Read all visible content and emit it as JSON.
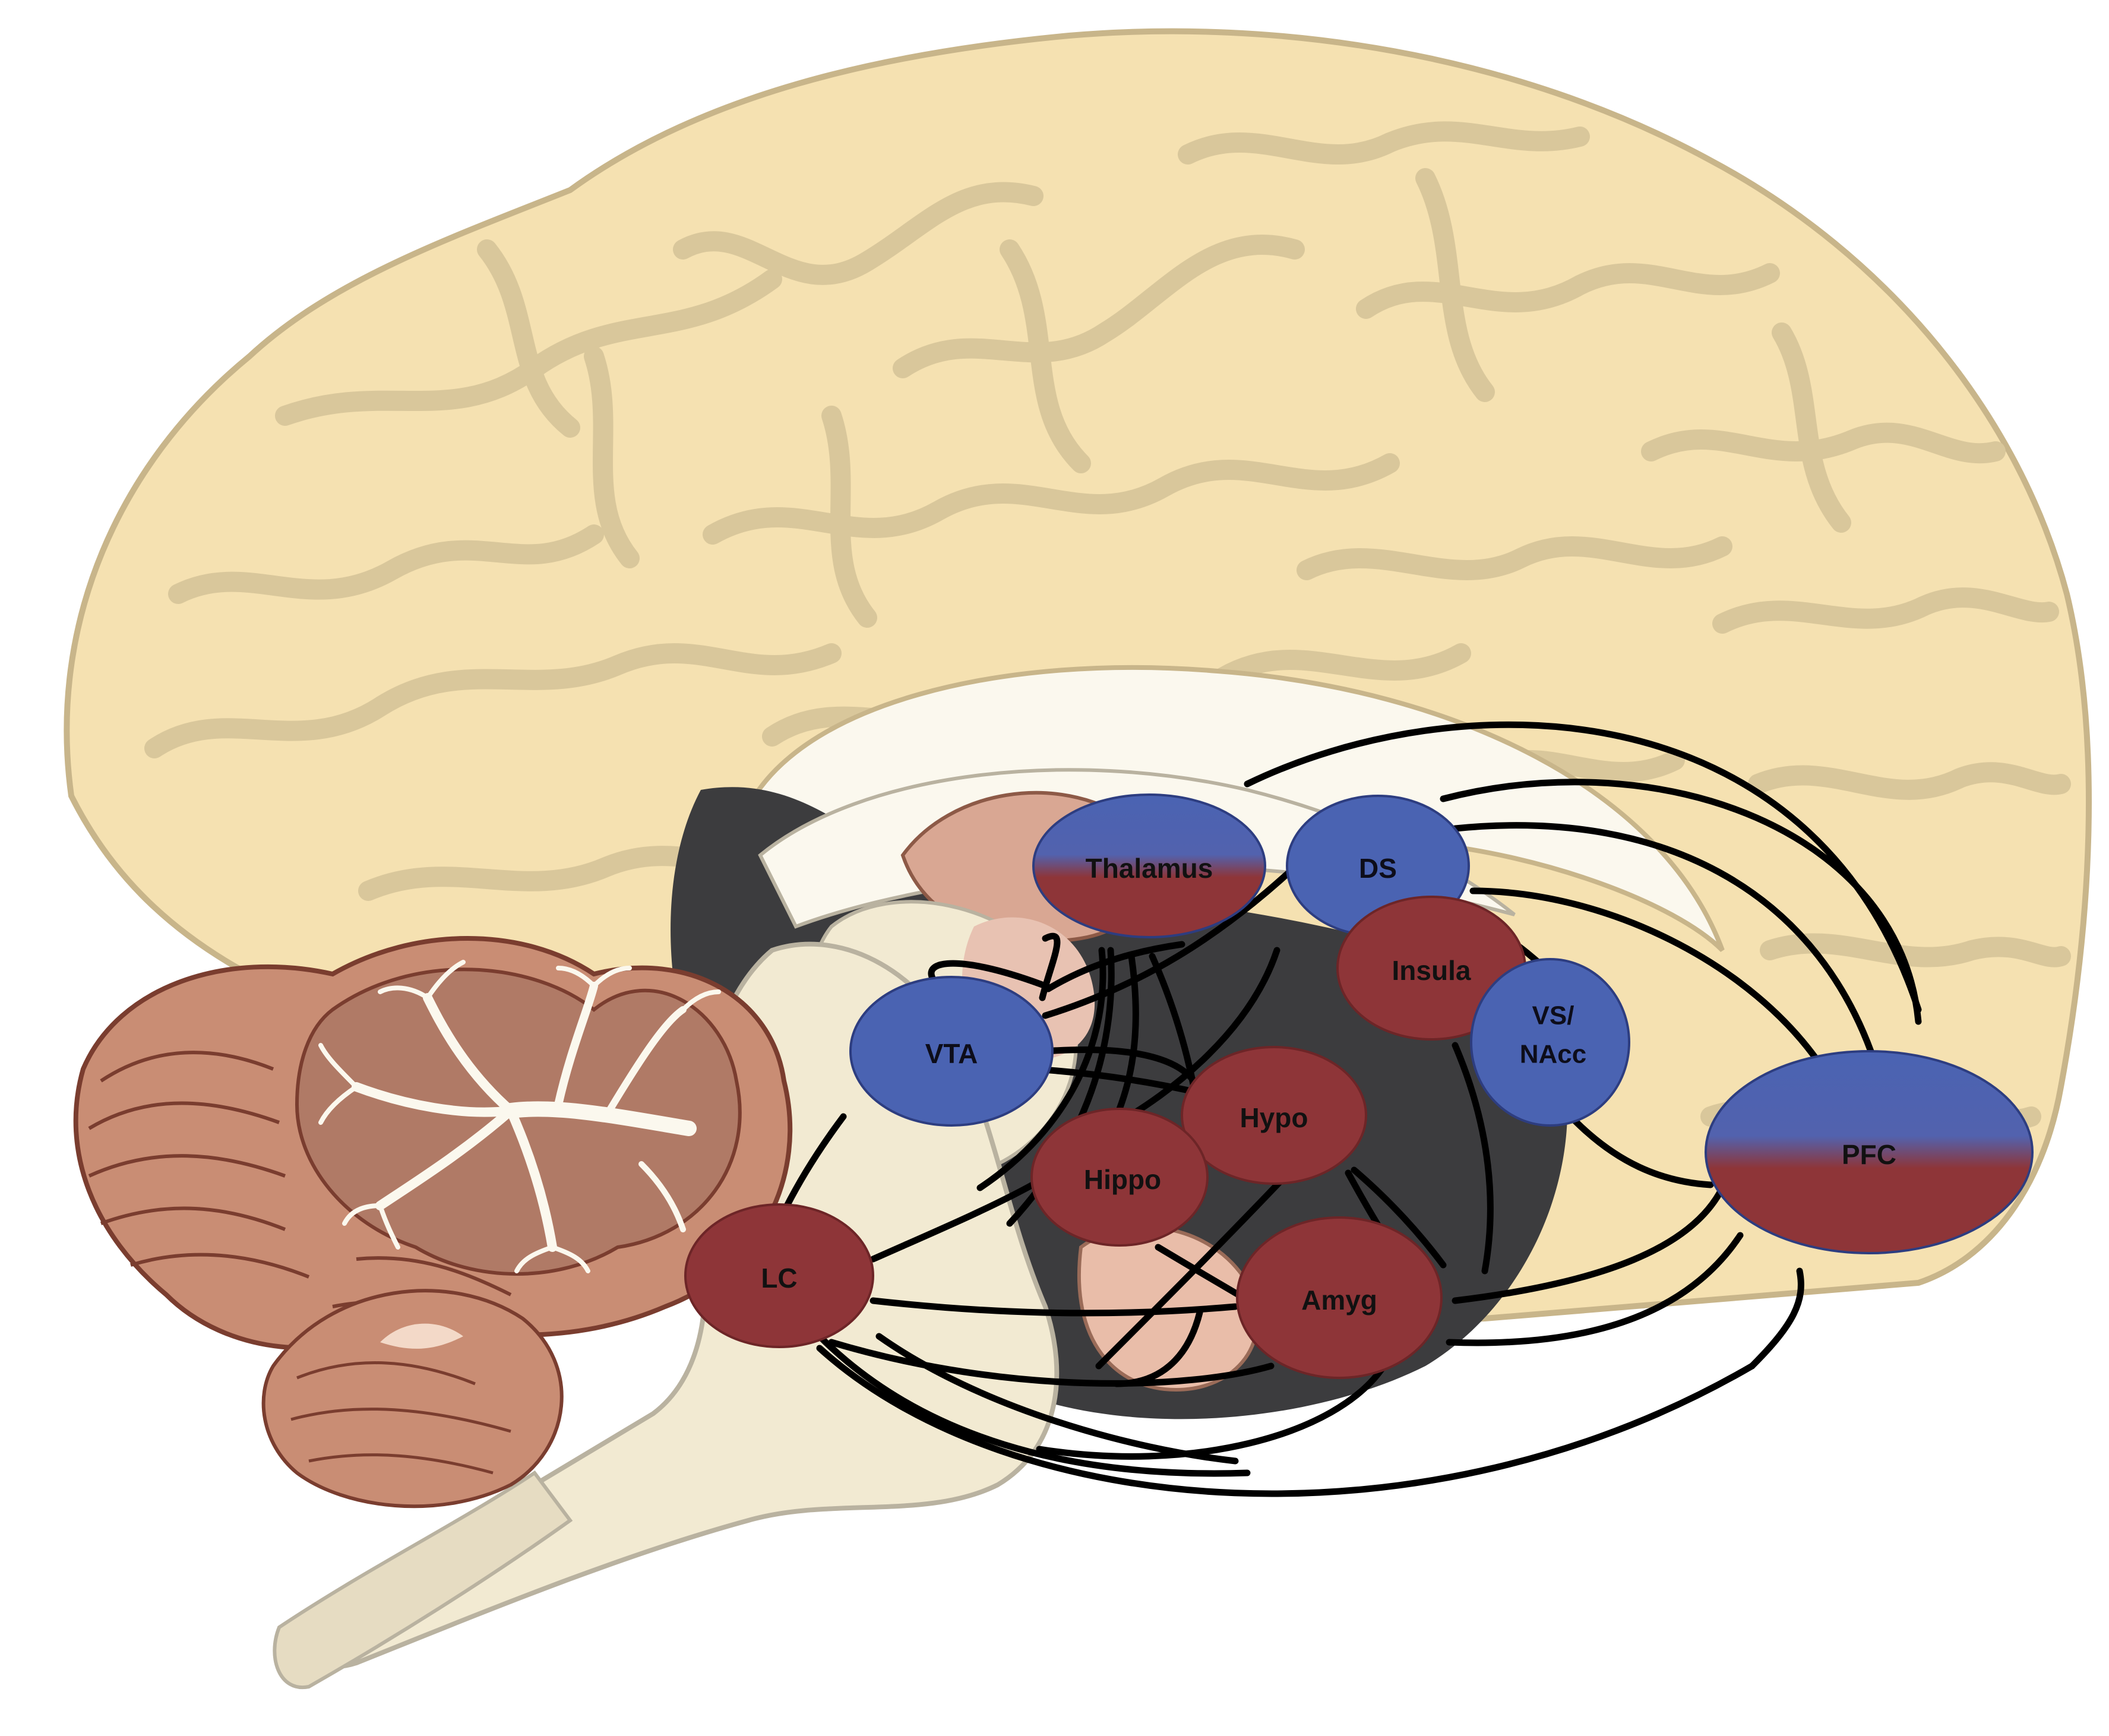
{
  "colors": {
    "cortex_fill": "#f5e1b1",
    "cortex_stroke": "#c8b58a",
    "gyri_line": "#d9c79b",
    "cerebellum_fill": "#c98d74",
    "cerebellum_dark": "#7a3d2f",
    "brainstem_fill": "#f2ead2",
    "ventricle_dark": "#3c3c3e",
    "connection": "#000000",
    "blue_region": "#4a63b2",
    "red_region": "#8e3538",
    "label_dark": "#111111",
    "label_on_blue_dark": "#0d0d1a"
  },
  "regions": {
    "thalamus": {
      "label": "Thalamus",
      "type": "blue-red"
    },
    "ds": {
      "label": "DS",
      "type": "blue"
    },
    "insula": {
      "label": "Insula",
      "type": "red"
    },
    "vta": {
      "label": "VTA",
      "type": "blue"
    },
    "vs_nacc_line1": {
      "label": "VS/"
    },
    "vs_nacc_line2": {
      "label": "NAcc"
    },
    "vs_nacc": {
      "type": "blue"
    },
    "hypo": {
      "label": "Hypo",
      "type": "red"
    },
    "hippo": {
      "label": "Hippo",
      "type": "red"
    },
    "lc": {
      "label": "LC",
      "type": "red"
    },
    "amyg": {
      "label": "Amyg",
      "type": "red"
    },
    "pfc": {
      "label": "PFC",
      "type": "blue-red"
    }
  }
}
